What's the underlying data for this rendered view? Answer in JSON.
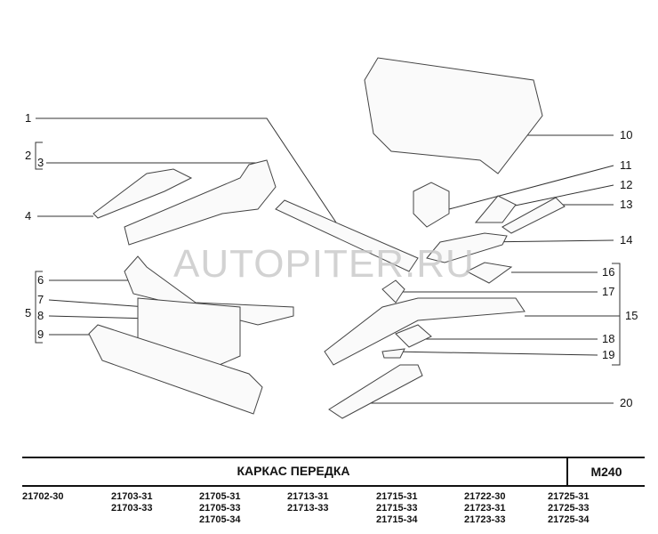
{
  "watermark": "AUTOPITER.RU",
  "callouts": [
    "1",
    "2",
    "3",
    "4",
    "5",
    "6",
    "7",
    "8",
    "9",
    "10",
    "11",
    "12",
    "13",
    "14",
    "15",
    "16",
    "17",
    "18",
    "19",
    "20"
  ],
  "footer": {
    "title": "КАРКАС   ПЕРЕДКА",
    "code": "M240",
    "models": [
      [
        "21702-30"
      ],
      [
        "21703-31",
        "21703-33"
      ],
      [
        "21705-31",
        "21705-33",
        "21705-34"
      ],
      [
        "21713-31",
        "21713-33"
      ],
      [
        "21715-31",
        "21715-33",
        "21715-34"
      ],
      [
        "21722-30",
        "21723-31",
        "21723-33"
      ],
      [
        "21725-31",
        "21725-33",
        "21725-34"
      ]
    ]
  }
}
